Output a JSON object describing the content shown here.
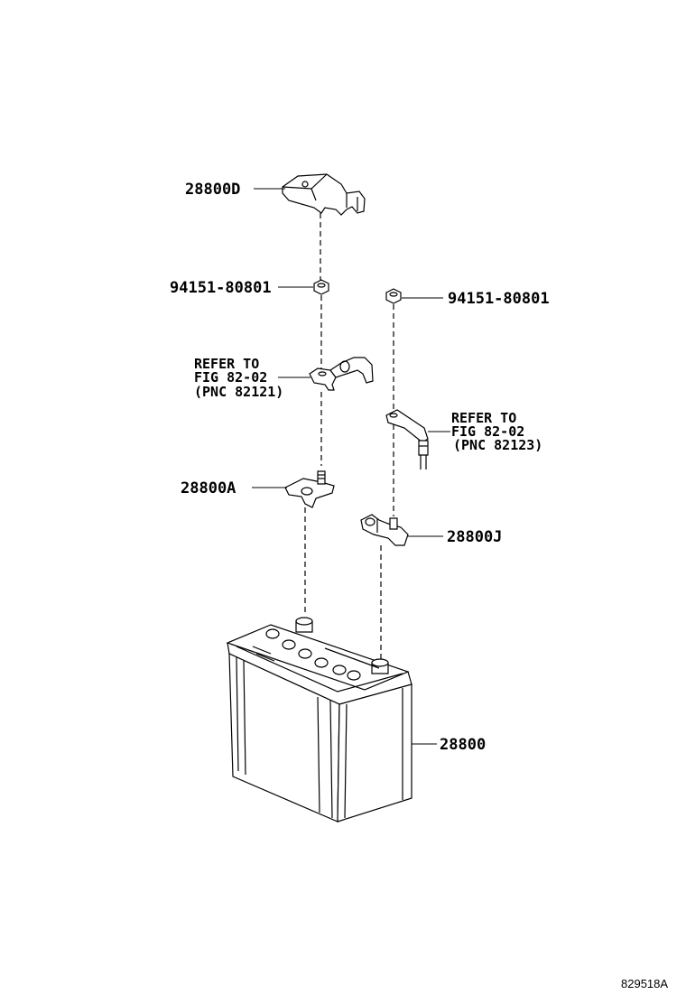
{
  "labels": {
    "cover": "28800D",
    "nut_left": "94151-80801",
    "nut_right": "94151-80801",
    "ref_left": [
      "REFER TO",
      "FIG 82-02",
      "(PNC 82121)"
    ],
    "ref_right": [
      "REFER TO",
      "FIG 82-02",
      "(PNC 82123)"
    ],
    "clamp_positive": "28800A",
    "clamp_negative": "28800J",
    "battery": "28800"
  },
  "figure_id": "829518A"
}
